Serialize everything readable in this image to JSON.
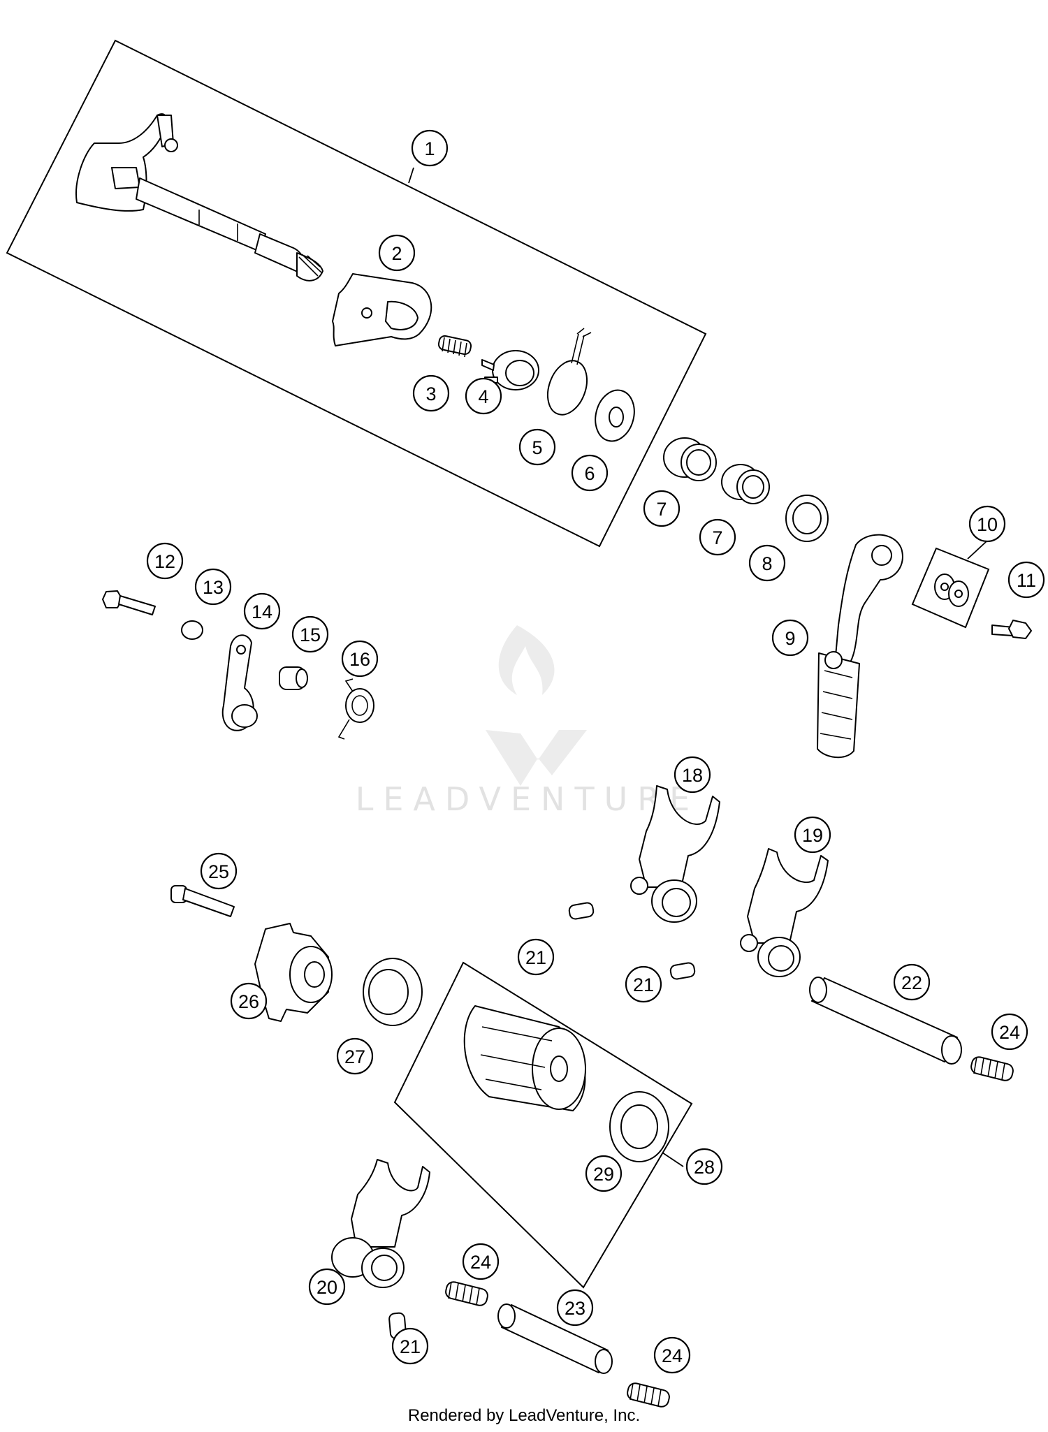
{
  "watermark": {
    "brand": "LEADVENTURE"
  },
  "footer": {
    "text": "Rendered by LeadVenture, Inc."
  },
  "callouts": [
    "1",
    "2",
    "3",
    "4",
    "5",
    "6",
    "7",
    "7",
    "8",
    "9",
    "10",
    "11",
    "12",
    "13",
    "14",
    "15",
    "16",
    "18",
    "19",
    "21",
    "21",
    "22",
    "24",
    "25",
    "26",
    "27",
    "28",
    "29",
    "20",
    "24",
    "23",
    "21",
    "24"
  ]
}
